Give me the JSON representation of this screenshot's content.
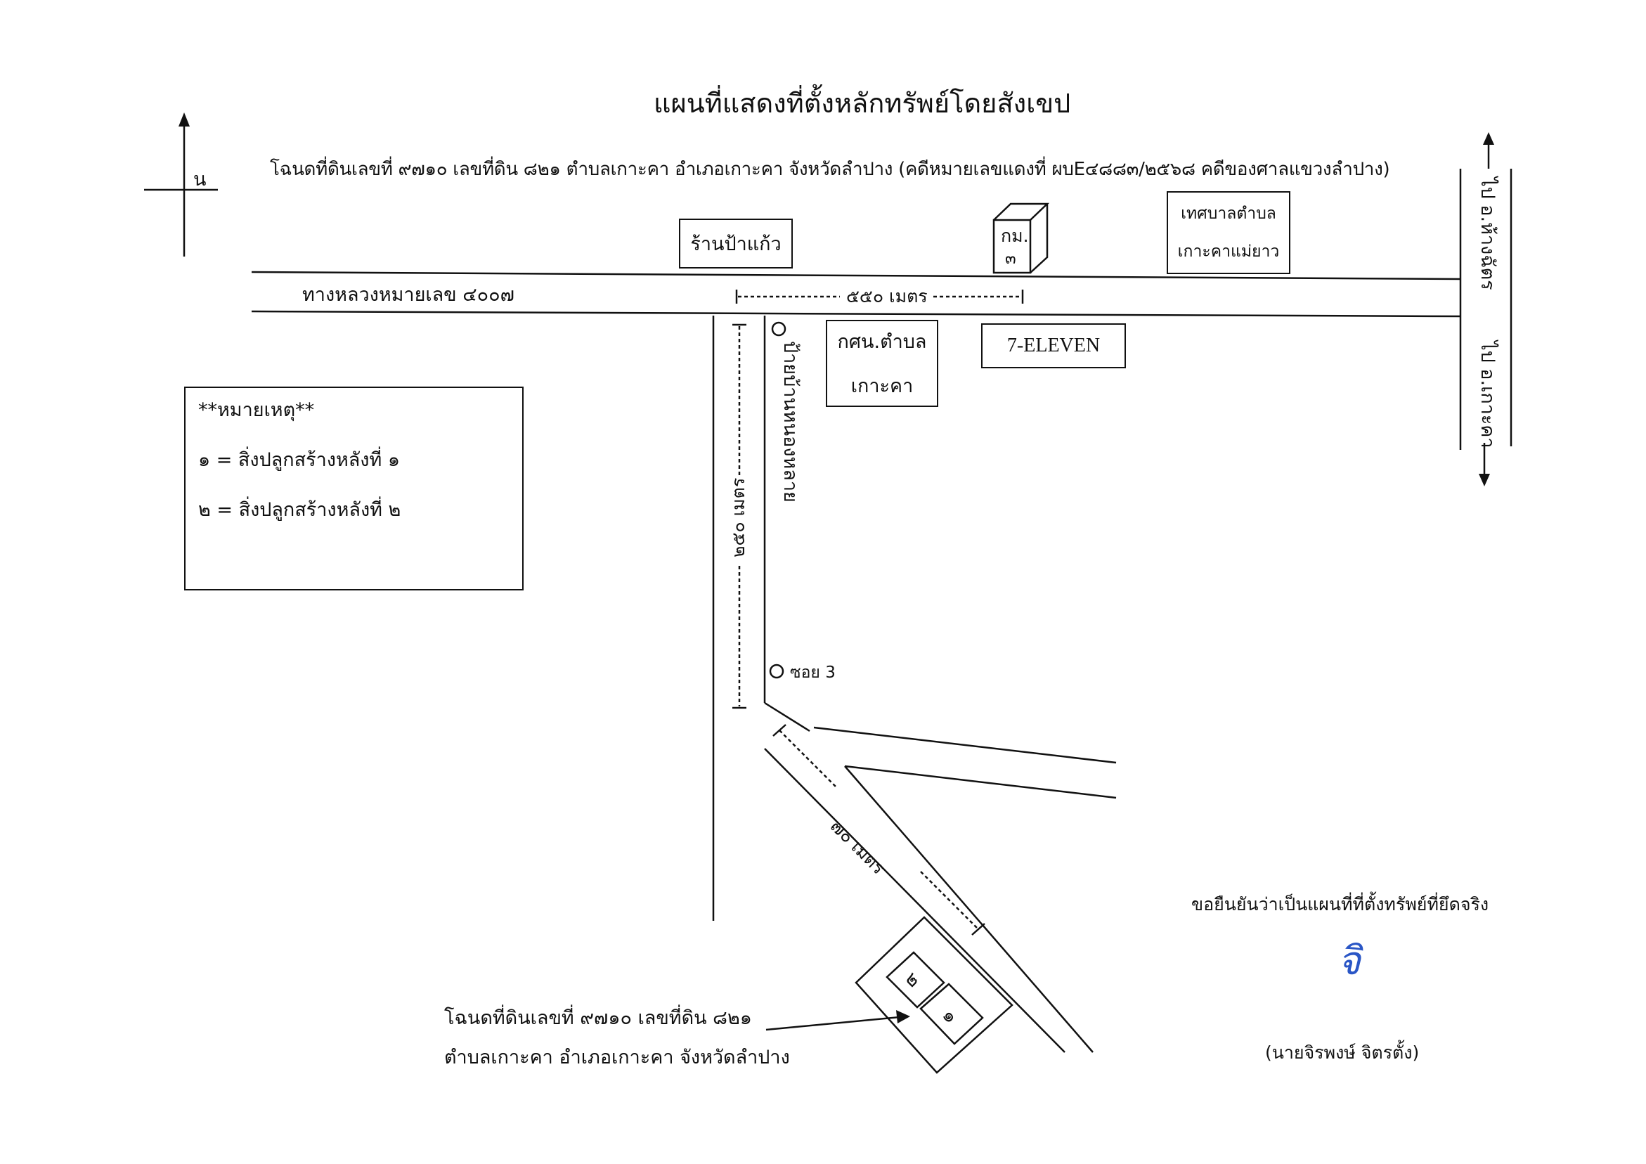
{
  "title": "แผนที่แสดงที่ตั้งหลักทรัพย์โดยสังเขป",
  "subtitle": "โฉนดที่ดินเลขที่ ๙๗๑๐ เลขที่ดิน ๘๒๑  ตำบลเกาะคา อำเภอเกาะคา จังหวัดลำปาง (คดีหมายเลขแดงที่ ผบE๔๘๘๓/๒๕๖๘ คดีของศาลแขวงลำปาง)",
  "compass": {
    "north_label": "น"
  },
  "road": {
    "name": "ทางหลวงหมายเลข ๔๐๐๗"
  },
  "landmarks": {
    "shop": "ร้านป้าแก้ว",
    "kilometer_post": [
      "กม.",
      "๓"
    ],
    "municipality": [
      "เทศบาลตำบล",
      "เกาะคาแม่ยาว"
    ],
    "nfe_center": [
      "กศน.ตำบล",
      "เกาะคา"
    ],
    "store": "7-ELEVEN",
    "bus_stop": "ป้ายบ้านหนองหลาย",
    "soi": "ซอย 3"
  },
  "directions": {
    "to_hang_chat": "ไป อ.ห้างฉัตร",
    "to_ko_kha": "ไป อ.เกาะคา"
  },
  "distances": {
    "along_highway": "๕๕๐ เมตร",
    "along_side_road": "๒๕๐ เมตร",
    "along_soi": "๗๐ เมตร"
  },
  "legend": {
    "heading": "**หมายเหตุ**",
    "items": [
      "๑ = สิ่งปลูกสร้างหลังที่ ๑",
      "๒ = สิ่งปลูกสร้างหลังที่ ๒"
    ]
  },
  "parcel": {
    "building_1": "๑",
    "building_2": "๒",
    "label_line1": "โฉนดที่ดินเลขที่ ๙๗๑๐ เลขที่ดิน ๘๒๑",
    "label_line2": "ตำบลเกาะคา อำเภอเกาะคา จังหวัดลำปาง"
  },
  "certification": {
    "statement": "ขอยืนยันว่าเป็นแผนที่ที่ตั้งทรัพย์ที่ยึดจริง",
    "signature_text": "จิ",
    "signatory": "(นายจิรพงษ์  จิตรตั้ง)",
    "ink_color": "#2a56c6"
  }
}
